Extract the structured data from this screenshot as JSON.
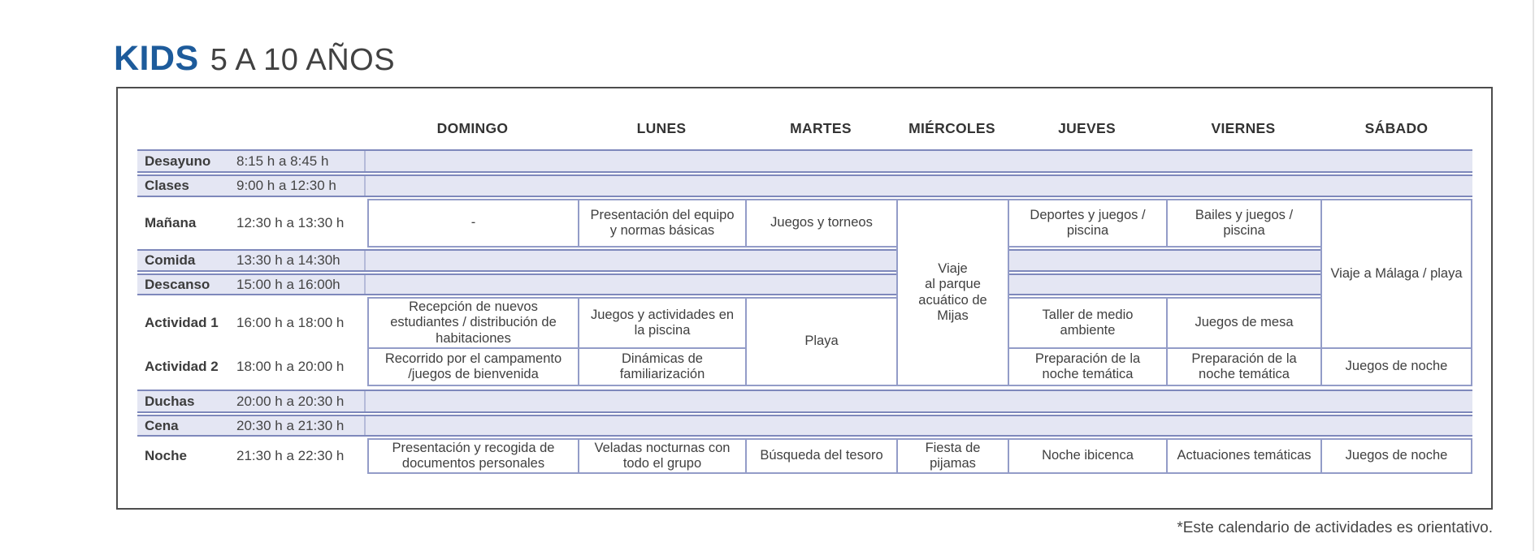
{
  "page": {
    "title": "KIDS",
    "subtitle": "5 A 10 AÑOS",
    "footnote": "*Este calendario de actividades es orientativo."
  },
  "days": [
    "DOMINGO",
    "LUNES",
    "MARTES",
    "MIÉRCOLES",
    "JUEVES",
    "VIERNES",
    "SÁBADO"
  ],
  "rows": [
    {
      "label": "Desayuno",
      "time": "8:15 h a 8:45 h"
    },
    {
      "label": "Clases",
      "time": "9:00 h a 12:30 h"
    },
    {
      "label": "Mañana",
      "time": "12:30 h a 13:30 h"
    },
    {
      "label": "Comida",
      "time": "13:30 h a 14:30h"
    },
    {
      "label": "Descanso",
      "time": "15:00 h a 16:00h"
    },
    {
      "label": "Actividad 1",
      "time": "16:00 h a 18:00 h"
    },
    {
      "label": "Actividad 2",
      "time": "18:00 h a 20:00 h"
    },
    {
      "label": "Duchas",
      "time": "20:00 h a 20:30 h"
    },
    {
      "label": "Cena",
      "time": "20:30 h a 21:30 h"
    },
    {
      "label": "Noche",
      "time": "21:30 h a 22:30 h"
    }
  ],
  "cells": {
    "manana_domingo": "-",
    "manana_lunes": "Presentación del equipo y normas básicas",
    "manana_martes": "Juegos y torneos",
    "manana_jueves": "Deportes y juegos / piscina",
    "manana_viernes": "Bailes y juegos / piscina",
    "miercoles_trip": "Viaje\nal parque acuático de Mijas",
    "sabado_trip": "Viaje a Málaga / playa",
    "act1_domingo": "Recepción de nuevos estudiantes / distribución de habitaciones",
    "act1_lunes": "Juegos y actividades en la piscina",
    "act1_martes": "Playa",
    "act1_jueves": "Taller de medio ambiente",
    "act1_viernes": "Juegos de mesa",
    "act2_domingo": "Recorrido por el campamento /juegos de bienvenida",
    "act2_lunes": "Dinámicas de familiarización",
    "act2_jueves": "Preparación de la noche temática",
    "act2_viernes": "Preparación de la noche temática",
    "act2_sabado": "Juegos de noche",
    "noche_domingo": "Presentación y recogida de documentos personales",
    "noche_lunes": "Veladas nocturnas con todo el grupo",
    "noche_martes": "Búsqueda del tesoro",
    "noche_miercoles": "Fiesta de pijamas",
    "noche_jueves": "Noche ibicenca",
    "noche_viernes": "Actuaciones temáticas",
    "noche_sabado": "Juegos de noche"
  },
  "colors": {
    "accent_blue": "#1d5b9b",
    "row_fill": "#e4e6f3",
    "row_border": "#7e88bb",
    "cell_border": "#939cc8",
    "box_border": "#4d4d4d"
  }
}
